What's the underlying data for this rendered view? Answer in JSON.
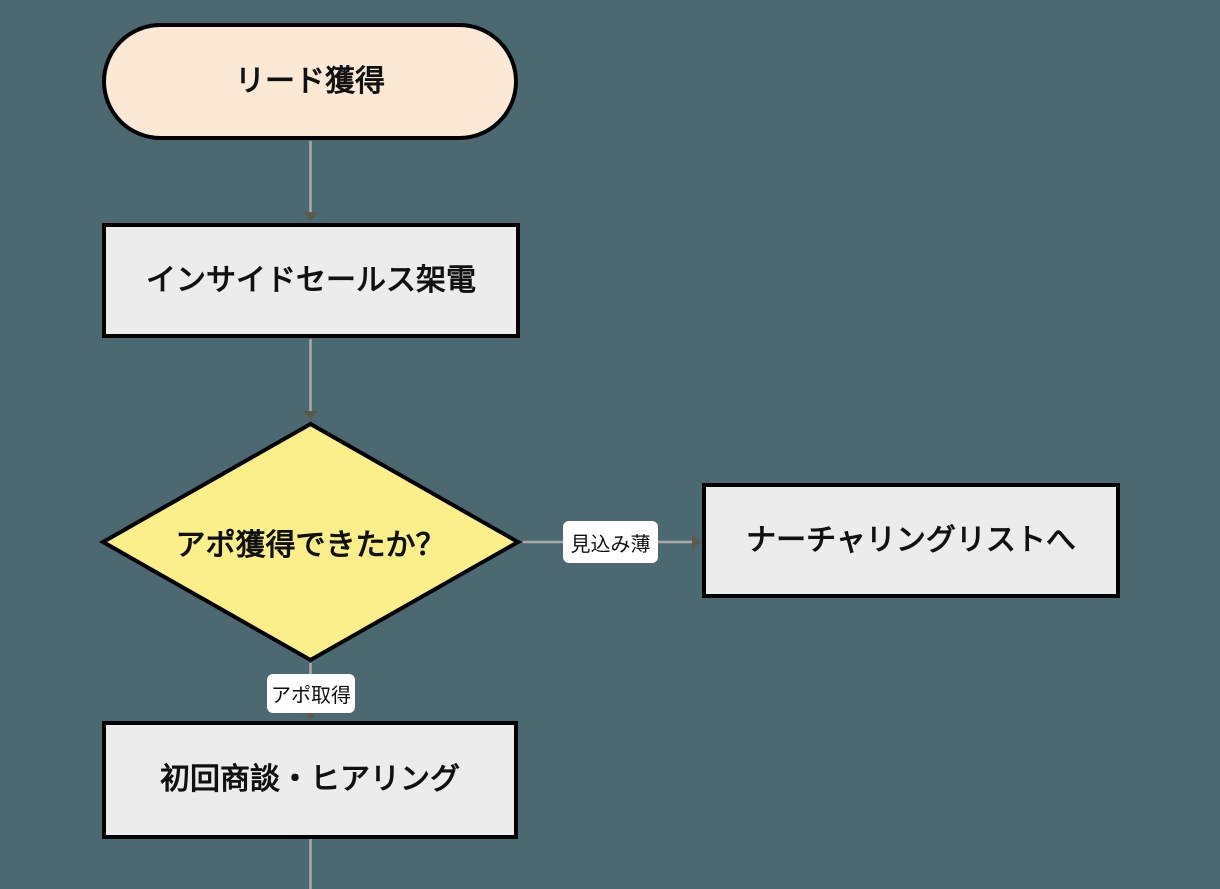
{
  "diagram": {
    "type": "flowchart",
    "direction": "top-down",
    "background_color": "#4C6871"
  },
  "nodes": {
    "lead": {
      "label": "リード獲得",
      "shape": "stadium",
      "fill": "#FBE9D5"
    },
    "inside_sales_call": {
      "label": "インサイドセールス架電",
      "shape": "rectangle",
      "fill": "#ECECEC"
    },
    "appointment_decision": {
      "label": "アポ獲得できたか？",
      "shape": "diamond",
      "fill": "#FBEF8B"
    },
    "nurturing_list": {
      "label": "ナーチャリングリストへ",
      "shape": "rectangle",
      "fill": "#ECECEC"
    },
    "first_meeting": {
      "label": "初回商談・ヒアリング",
      "shape": "rectangle",
      "fill": "#ECECEC"
    }
  },
  "connections": [
    {
      "from": "lead",
      "to": "inside_sales_call",
      "label": ""
    },
    {
      "from": "inside_sales_call",
      "to": "appointment_decision",
      "label": ""
    },
    {
      "from": "appointment_decision",
      "to": "nurturing_list",
      "label": "見込み薄"
    },
    {
      "from": "appointment_decision",
      "to": "first_meeting",
      "label": "アポ取得"
    },
    {
      "from": "first_meeting",
      "to": "",
      "label": "",
      "note": "edge continues past bottom edge of image"
    }
  ],
  "colors": {
    "border": "#000000",
    "edge_line": "#AAAAAA",
    "arrowhead": "#5B594C",
    "edge_label_background": "#FFFFFF",
    "text": "#111111"
  }
}
